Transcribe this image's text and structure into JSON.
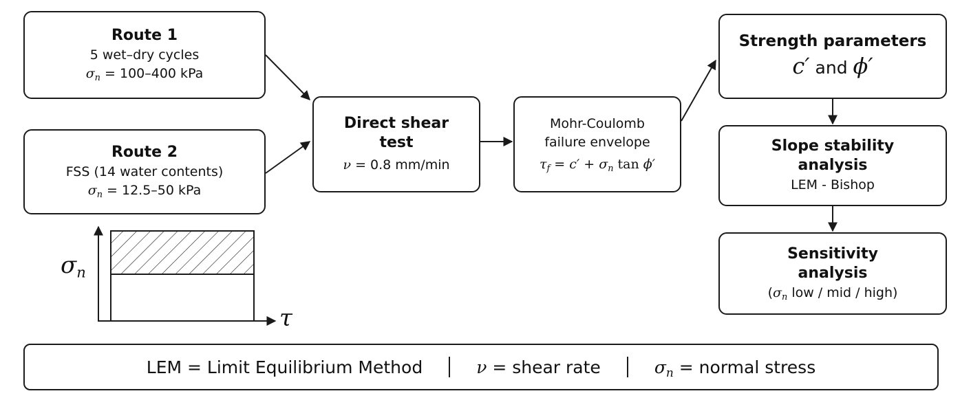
{
  "route1": {
    "title": "Route 1",
    "line1": "5 wet–dry cycles",
    "sigma_range": "= 100–400 kPa"
  },
  "route2": {
    "title": "Route 2",
    "line1": "FSS (14 water contents)",
    "sigma_range": "= 12.5–50 kPa"
  },
  "shear_test": {
    "title_line1": "Direct shear",
    "title_line2": "test",
    "rate": "= 0.8 mm/min"
  },
  "mohr_coulomb": {
    "line1": "Mohr-Coulomb",
    "line2": "failure envelope",
    "eq_eq": " = ",
    "eq_c": "c′",
    "eq_plus": " + ",
    "eq_tan": " tan ",
    "eq_phi": "ϕ′"
  },
  "strength": {
    "title": "Strength parameters",
    "c": "c′",
    "and": " and ",
    "phi": "ϕ′"
  },
  "slope": {
    "title_line1": "Slope stability",
    "title_line2": "analysis",
    "method": "LEM - Bishop"
  },
  "sensitivity": {
    "title_line1": "Sensitivity",
    "title_line2": "analysis",
    "paren_open": "(",
    "levels": " low / mid / high)"
  },
  "symbols": {
    "sigma": "σ",
    "n": "n",
    "tau": "τ",
    "f": "f",
    "nu": "ν"
  },
  "inset_plot": {
    "ylabel_symbol": "σ",
    "ylabel_sub": "n",
    "xlabel": "τ"
  },
  "legend": {
    "lem": "LEM = Limit Equilibrium Method",
    "nu_def": " = shear rate",
    "sigma_def": " = normal stress"
  },
  "colors": {
    "stroke": "#1a1a1a",
    "text": "#111111"
  }
}
